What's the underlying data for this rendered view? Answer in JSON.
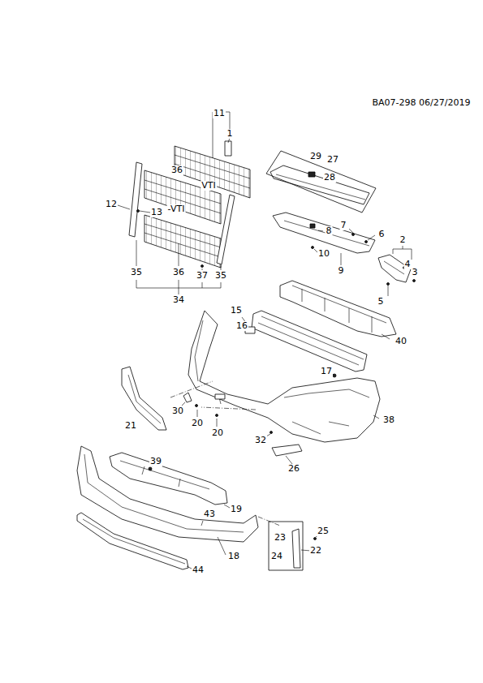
{
  "diagram": {
    "nodes": [
      {
        "text": [
          "29",
          "27",
          "28"
        ]
      },
      {
        "text": [
          "23",
          "24"
        ]
      }
    ],
    "labels": [
      "BA07-298 06/27/2019",
      "11",
      "1",
      "36",
      "VTI",
      "-VTI",
      "12",
      "13",
      "35",
      "36",
      "37",
      "35",
      "34",
      "7",
      "6",
      "8",
      "10",
      "9",
      "2",
      "4",
      "3",
      "5",
      "15",
      "16",
      "40",
      "17",
      "38",
      "30",
      "21",
      "20",
      "20",
      "32",
      "26",
      "39",
      "19",
      "43",
      "18",
      "25",
      "22",
      "44"
    ]
  }
}
